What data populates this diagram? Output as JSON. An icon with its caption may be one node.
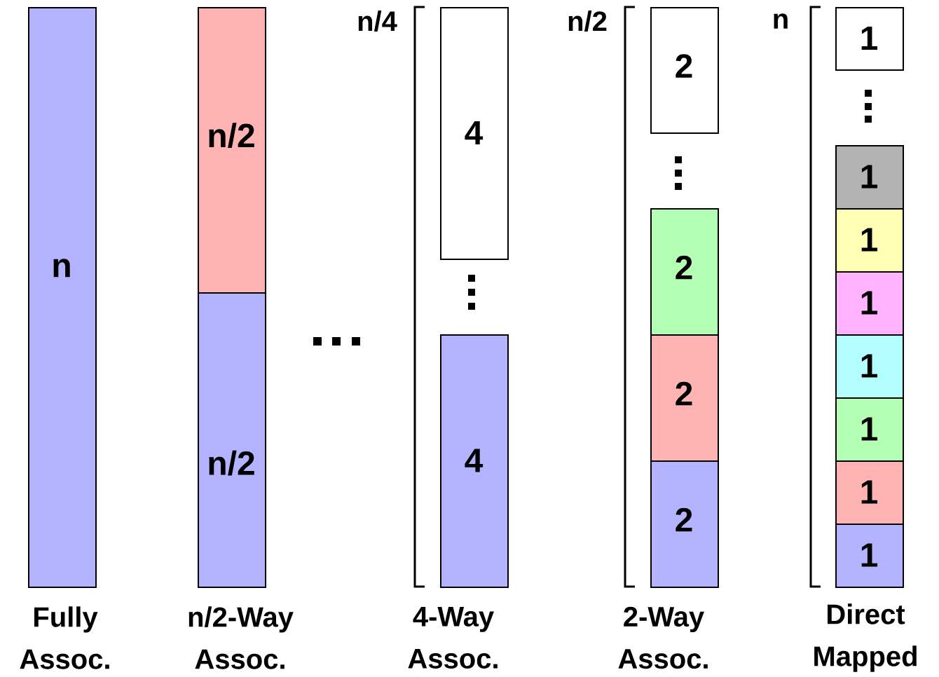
{
  "diagram": {
    "nodes": [
      {
        "text": [
          "n"
        ]
      },
      {
        "text": [
          "n/2"
        ]
      },
      {
        "text": [
          "n/2"
        ]
      },
      {
        "text": [
          "4"
        ]
      },
      {
        "text": [
          "4"
        ]
      },
      {
        "text": [
          "2"
        ]
      },
      {
        "text": [
          "2"
        ]
      },
      {
        "text": [
          "2"
        ]
      },
      {
        "text": [
          "2"
        ]
      },
      {
        "text": [
          "1"
        ]
      },
      {
        "text": [
          "1"
        ]
      },
      {
        "text": [
          "1"
        ]
      },
      {
        "text": [
          "1"
        ]
      },
      {
        "text": [
          "1"
        ]
      },
      {
        "text": [
          "1"
        ]
      },
      {
        "text": [
          "1"
        ]
      },
      {
        "text": [
          "1"
        ]
      }
    ],
    "labels": [
      "n/4",
      "n/2",
      "n",
      "Fully Assoc.",
      "n/2-Way Assoc.",
      "4-Way Assoc.",
      "2-Way Assoc.",
      "Direct Mapped"
    ]
  }
}
